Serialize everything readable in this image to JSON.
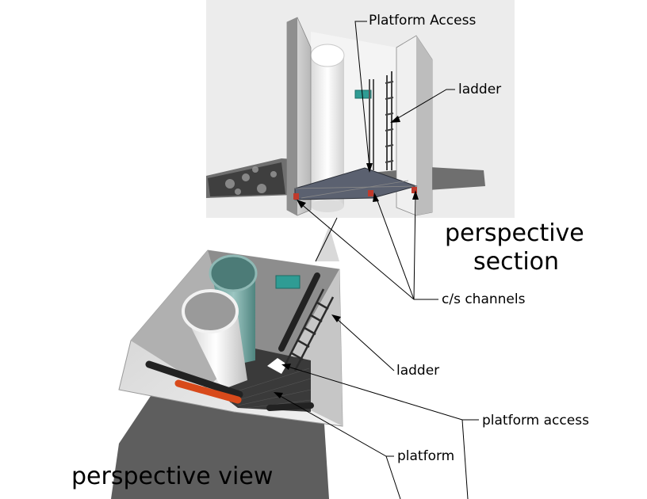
{
  "labels": {
    "platform_access_top": "Platform Access",
    "ladder_top": "ladder",
    "section_line1": "perspective",
    "section_line2": "section",
    "channels": "c/s channels",
    "ladder_bottom": "ladder",
    "platform_access_bottom": "platform access",
    "platform": "platform",
    "view_title": "perspective view"
  },
  "colors": {
    "pipe_teal": "#6fa6a2",
    "channel_red": "#d84a1b",
    "box_teal": "#2f9c94"
  }
}
